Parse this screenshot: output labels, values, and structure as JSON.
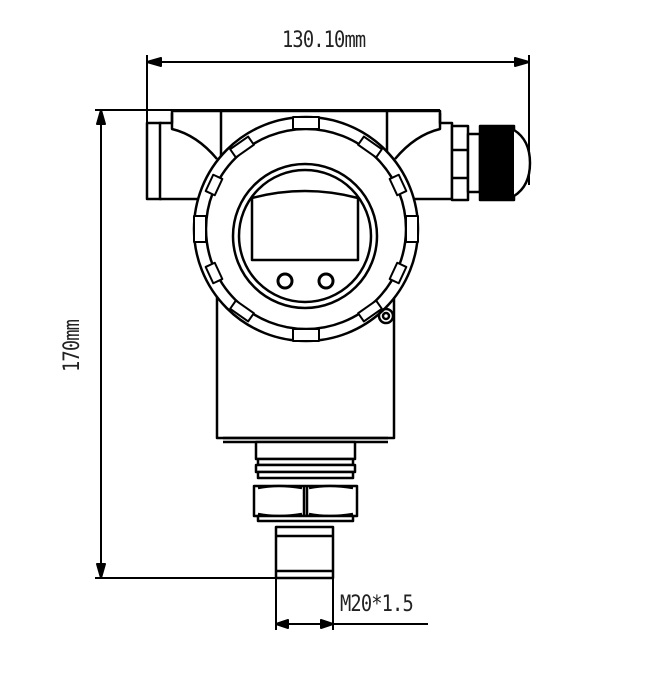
{
  "drawing": {
    "subject": "pressure transmitter outline",
    "dimensions": {
      "width": "130.10mm",
      "height": "170mm",
      "thread": "M20*1.5"
    },
    "colors": {
      "line": "#000000",
      "text": "#222222",
      "background": "#ffffff"
    }
  }
}
